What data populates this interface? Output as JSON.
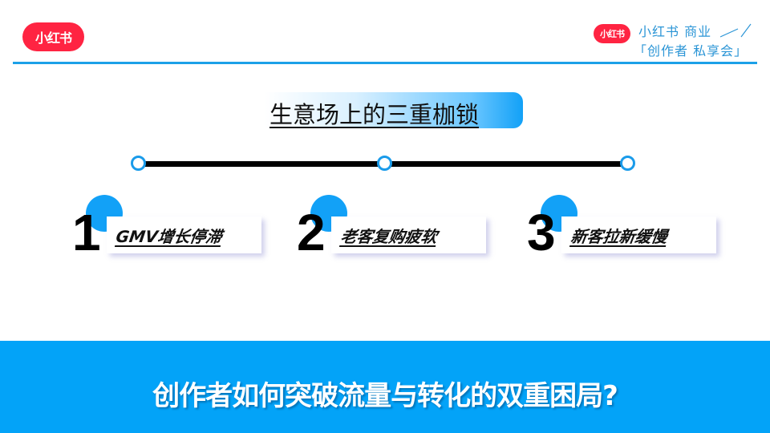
{
  "header": {
    "logo_text": "小红书",
    "brand_logo_text": "小红书",
    "brand_line1": "小红书 商业",
    "brand_line2": "「创作者 私享会」"
  },
  "title": "生意场上的三重枷锁",
  "timeline": {
    "nodes": 3
  },
  "items": [
    {
      "number": "1",
      "label": "GMV增长停滞"
    },
    {
      "number": "2",
      "label": "老客复购疲软"
    },
    {
      "number": "3",
      "label": "新客拉新缓慢"
    }
  ],
  "footer": {
    "question": "创作者如何突破流量与转化的双重困局?"
  },
  "colors": {
    "brand_red": "#ff2442",
    "accent_blue": "#03a3f8",
    "line_blue": "#1ca0e8"
  }
}
